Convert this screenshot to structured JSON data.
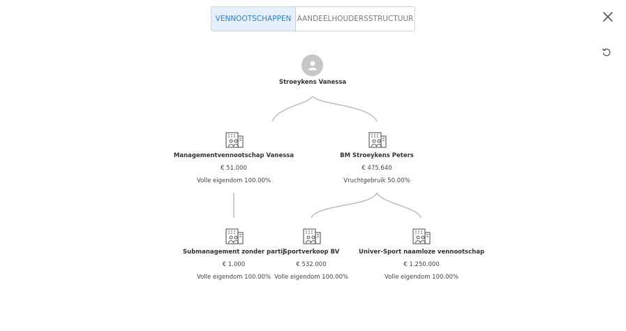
{
  "tabs": [
    {
      "label": "VENNOOTSCHAPPEN",
      "active": true
    },
    {
      "label": "AANDEELHOUDERSSTRUCTUUR",
      "active": false
    }
  ],
  "root": {
    "name": "Stroeykens Vanessa"
  },
  "nodes": {
    "n1": {
      "name": "Managementvennootschap Vanessa",
      "value": "€ 51.000",
      "ownership": "Volle eigendom 100.00%"
    },
    "n2": {
      "name": "BM Stroeykens Peters",
      "value": "€ 475.640",
      "ownership": "Vruchtgebruik 50.00%"
    },
    "n3": {
      "name": "Submanagement zonder partij",
      "value": "€ 1.000",
      "ownership": "Volle eigendom 100.00%"
    },
    "n4": {
      "name": "Sportverkoop BV",
      "value": "€ 532.000",
      "ownership": "Volle eigendom 100.00%"
    },
    "n5": {
      "name": "Univer-Sport naamloze vennootschap",
      "value": "€ 1.250.000",
      "ownership": "Volle eigendom 100.00%"
    }
  },
  "colors": {
    "accent": "#2b7fd1",
    "tab_active_bg": "#e5f0fa",
    "connector": "#bdbdbd",
    "icon": "#555555"
  },
  "icons": {
    "close": "close-icon",
    "reset": "reset-icon",
    "avatar": "user-avatar-icon",
    "company": "building-people-icon"
  }
}
